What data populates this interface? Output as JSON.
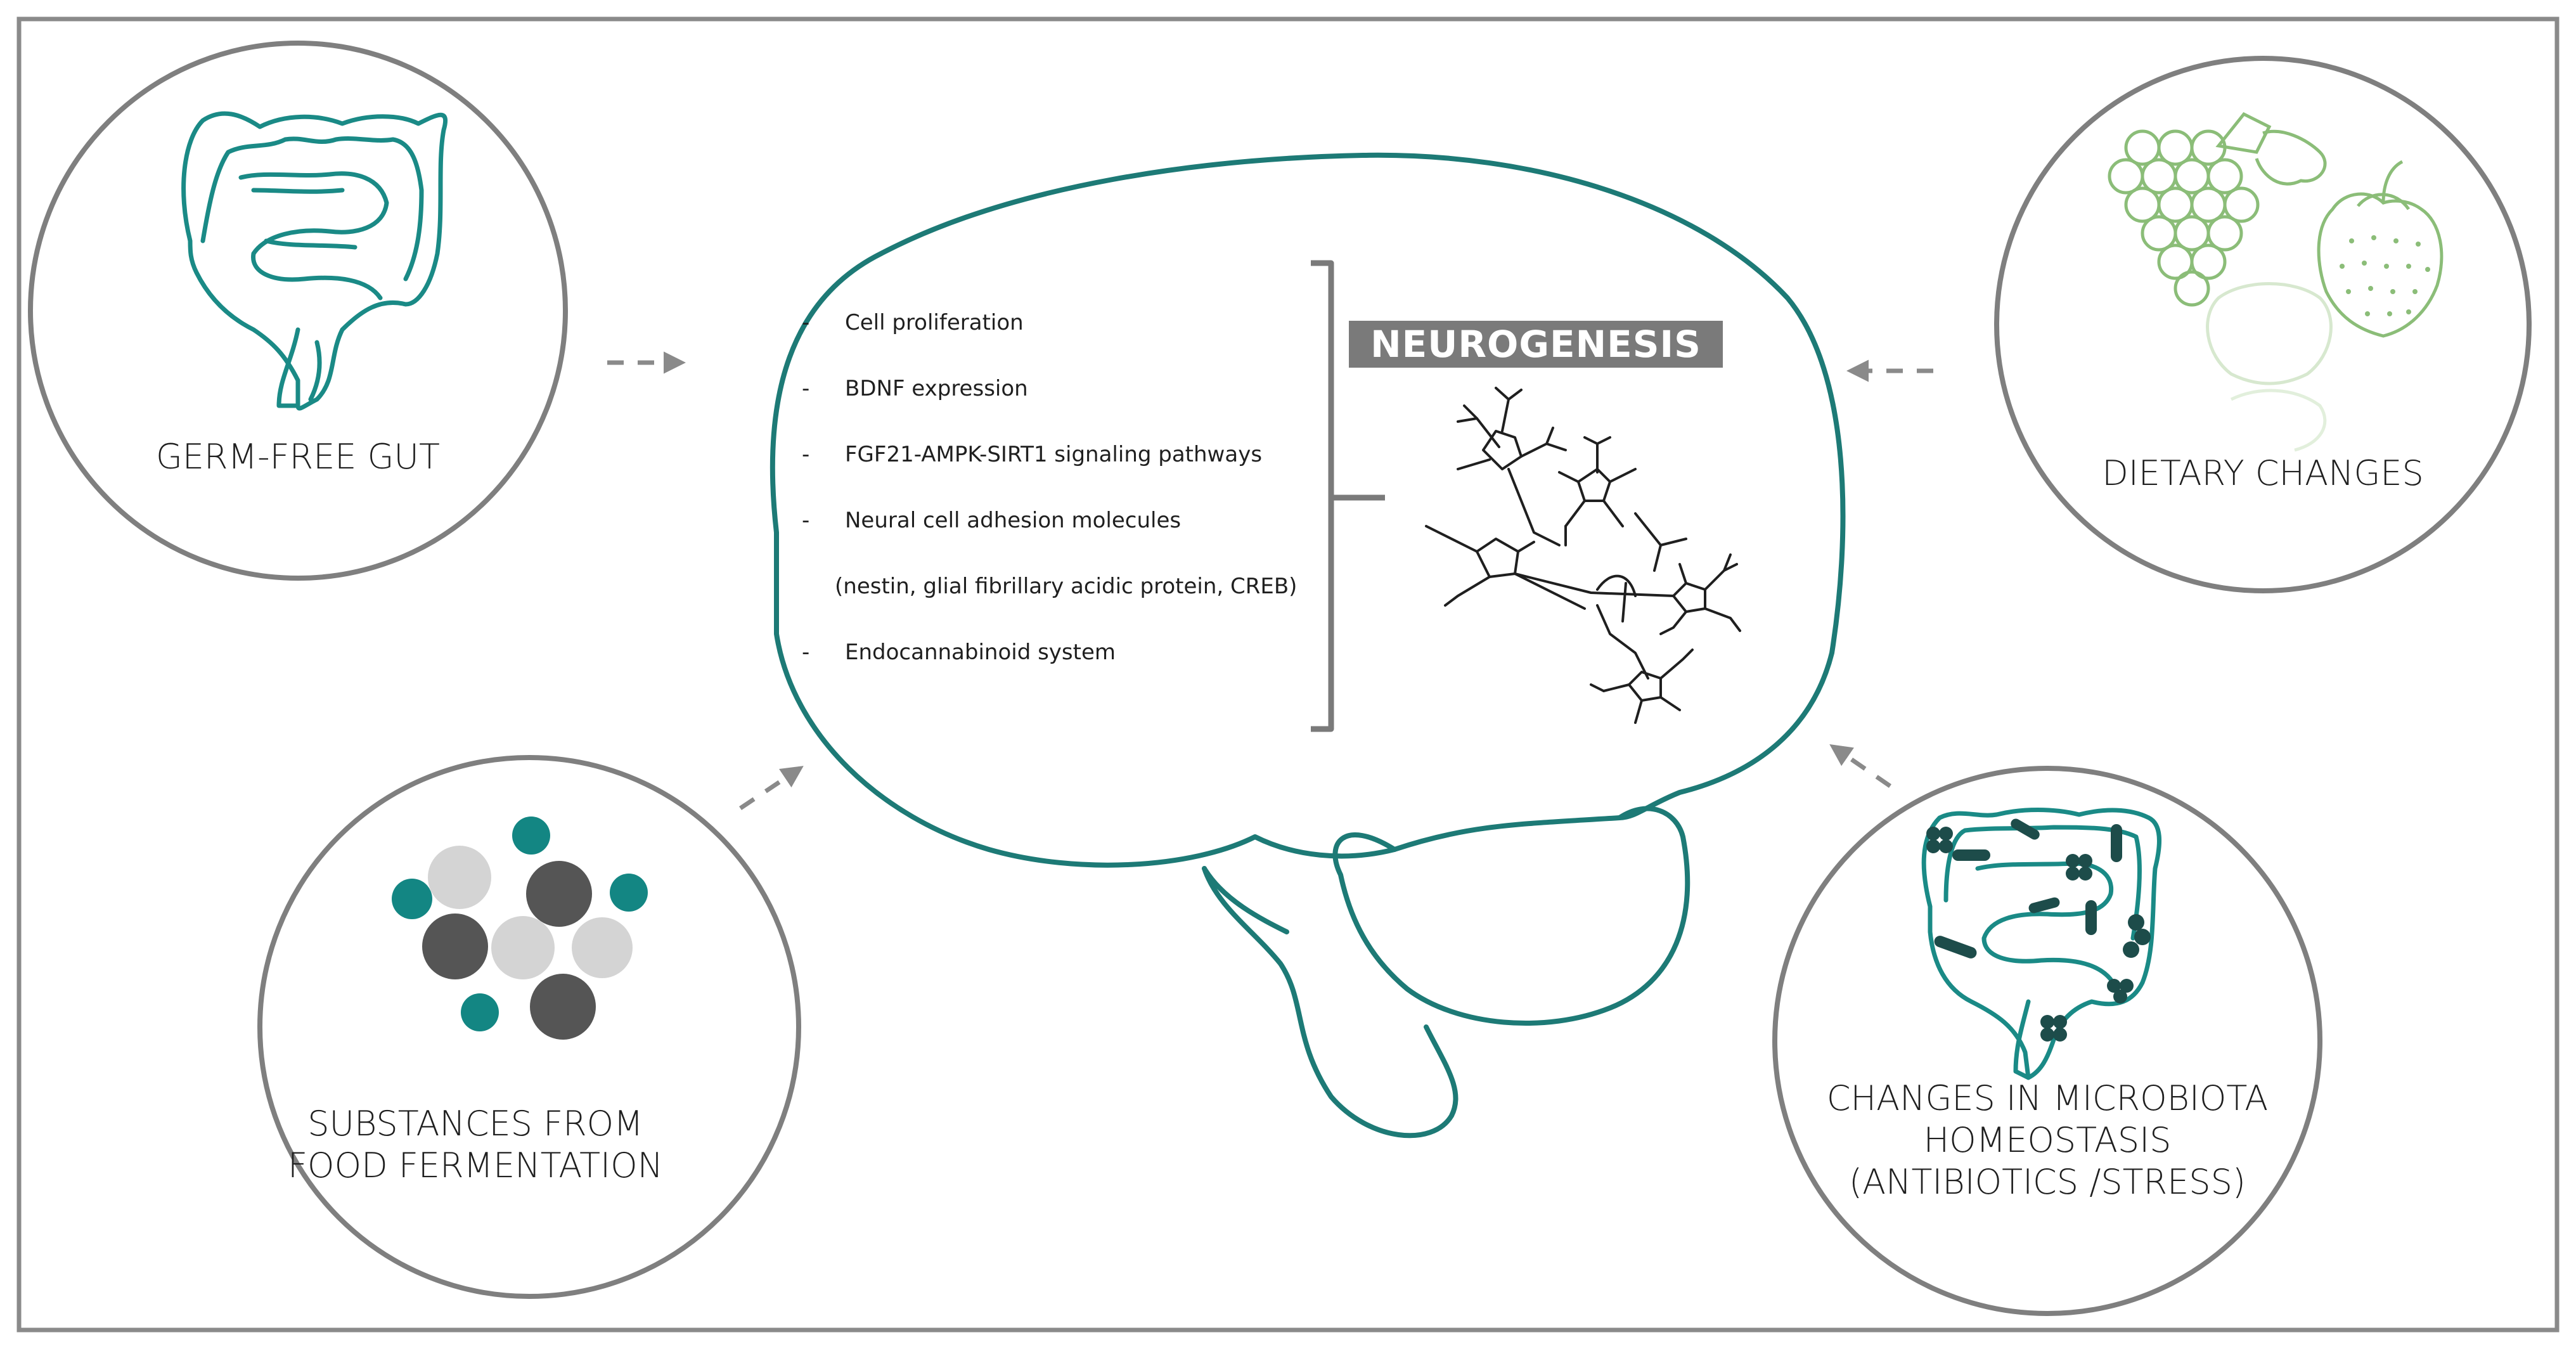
{
  "colors": {
    "teal": "#1a8a86",
    "teal_dark": "#1d6e6b",
    "gray_dark": "#555555",
    "gray_light": "#d4d4d4",
    "frame": "#8a8a8a",
    "badge": "#7a7a7a",
    "fruit_green": "#8bbd78"
  },
  "labels": {
    "germ_free_gut": "GERM-FREE GUT",
    "dietary_changes": "DIETARY CHANGES",
    "substances": [
      "SUBSTANCES FROM",
      "FOOD FERMENTATION"
    ],
    "microbiota": [
      "CHANGES IN MICROBIOTA",
      "HOMEOSTASIS",
      "(ANTIBIOTICS /STRESS)"
    ]
  },
  "brain": {
    "bullets": [
      "Cell proliferation",
      "BDNF expression",
      "FGF21-AMPK-SIRT1 signaling pathways",
      "Neural cell adhesion molecules",
      "(nestin, glial fibrillary acidic protein, CREB)",
      "Endocannabinoid system"
    ],
    "outcome": "NEUROGENESIS"
  },
  "icons": {
    "gut": "intestine-icon",
    "fruit": "grapes-strawberry-apple-icon",
    "molecules": "molecule-cluster-icon",
    "microbiota_gut": "bacteria-intestine-icon",
    "neurons": "neuron-network-icon"
  }
}
